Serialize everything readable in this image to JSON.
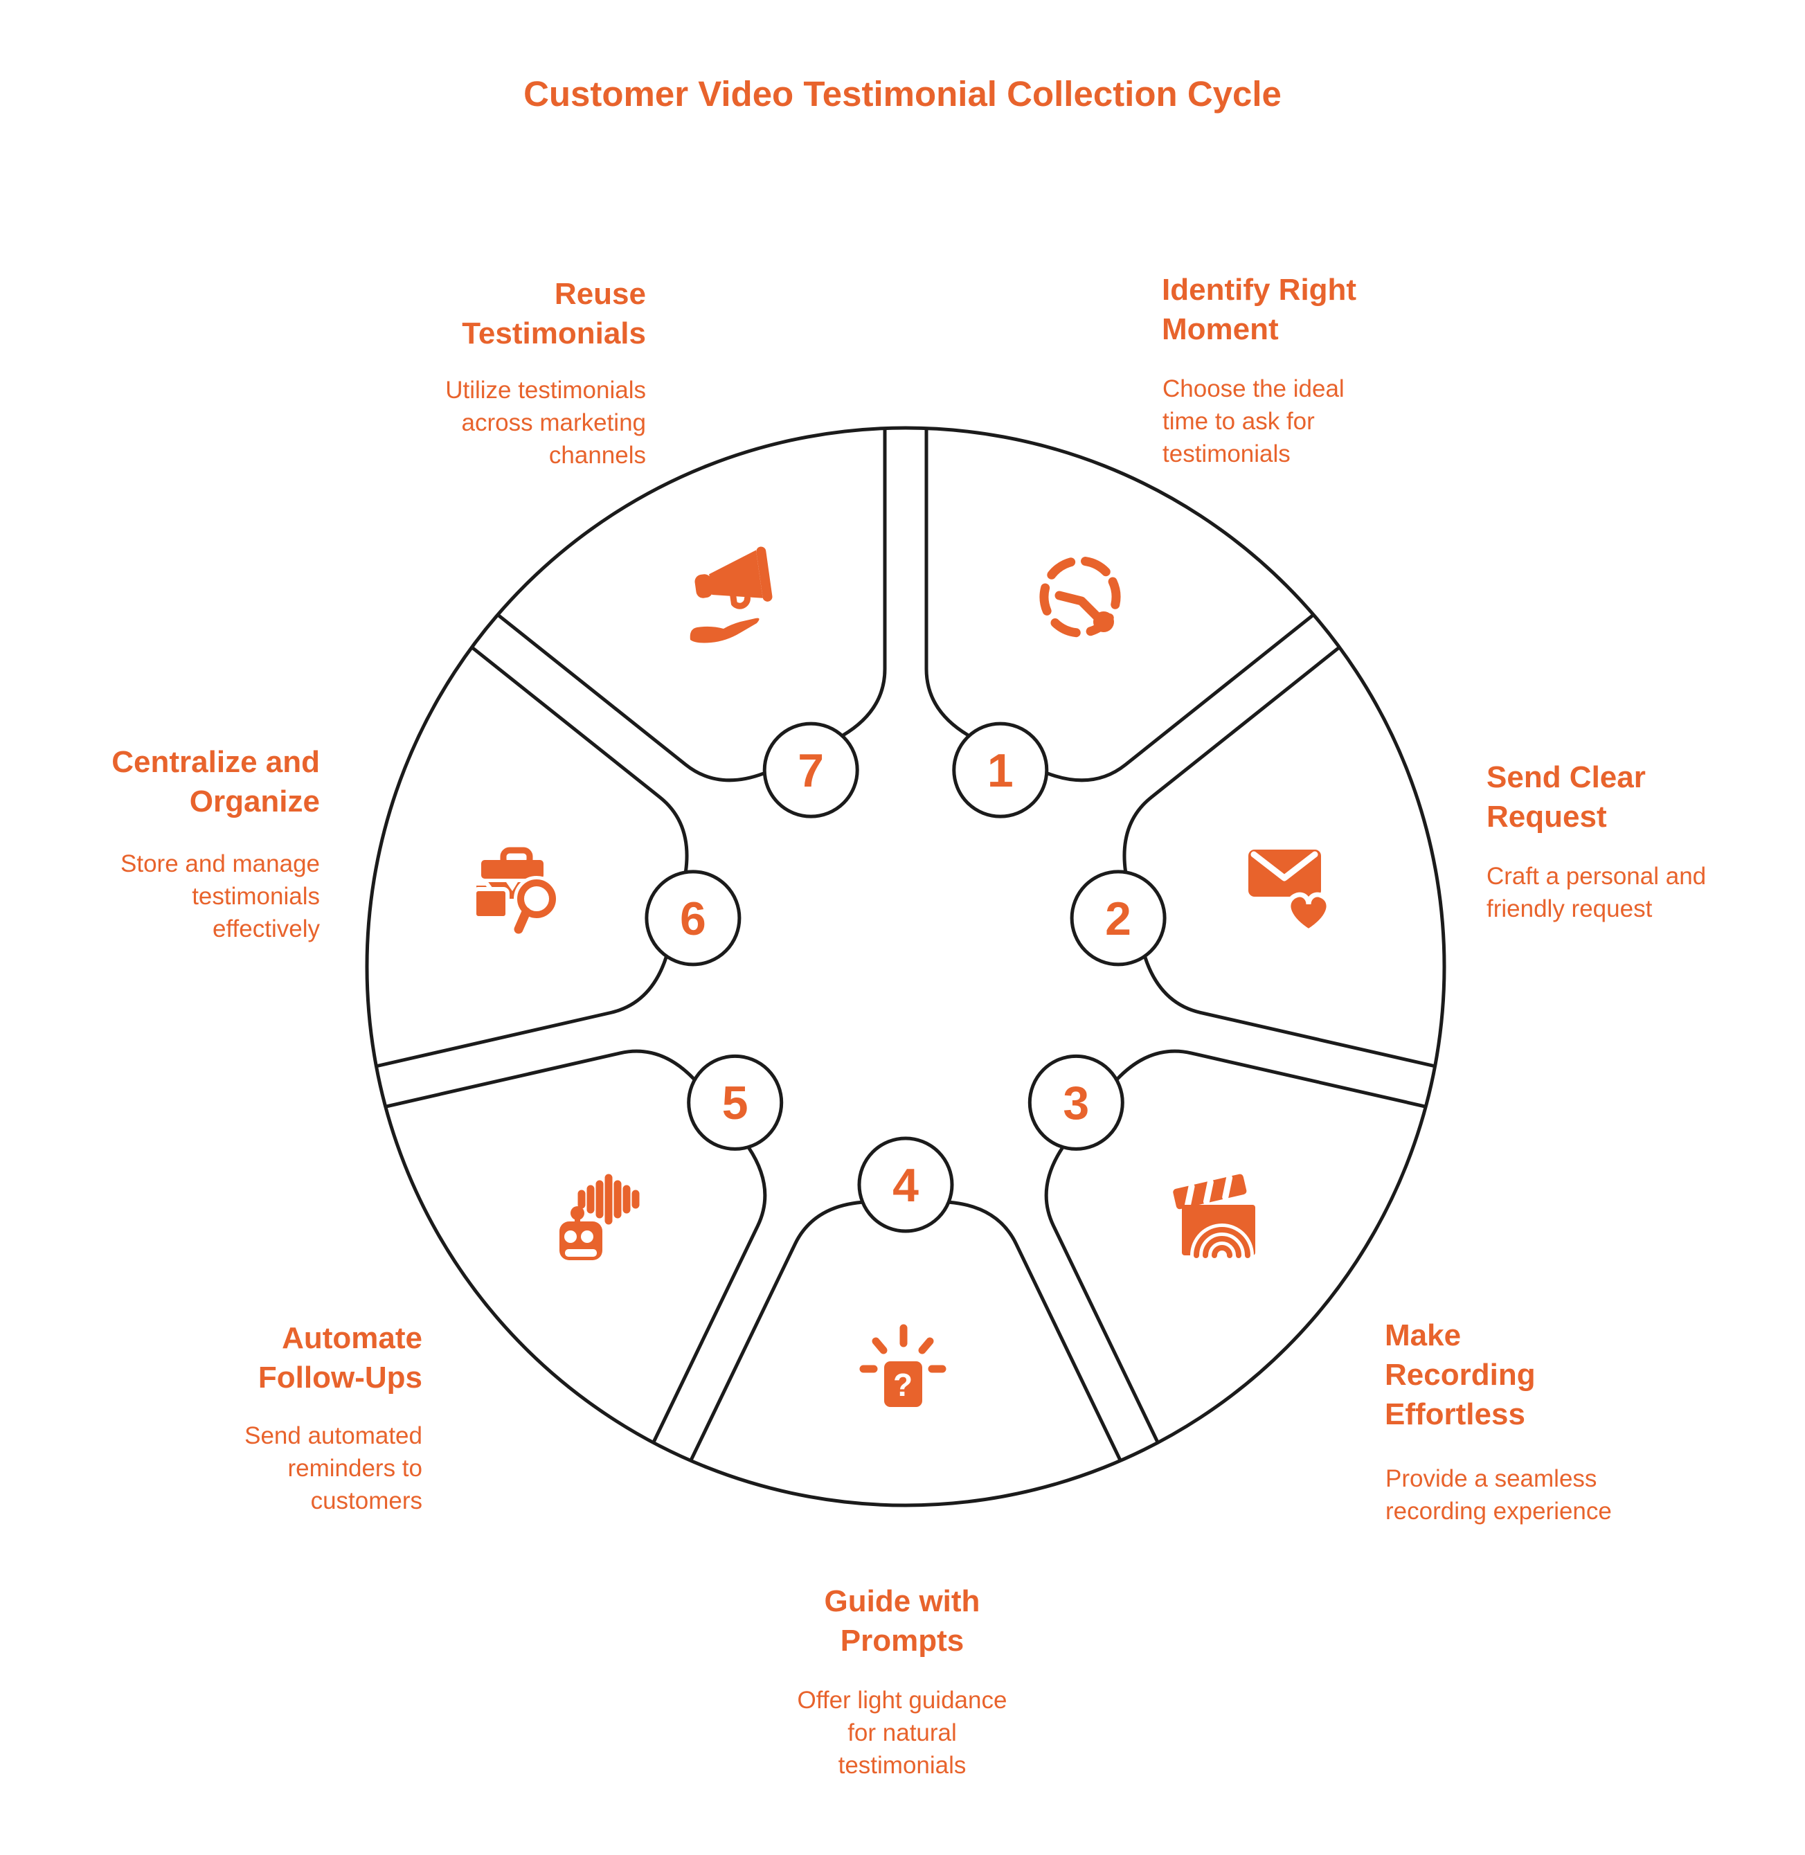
{
  "title": "Customer Video Testimonial Collection Cycle",
  "colors": {
    "accent": "#E8632C",
    "line": "#1B1B1B",
    "background": "#FFFFFF"
  },
  "steps": [
    {
      "number": "1",
      "icon": "dashed-clock-icon",
      "heading": [
        "Identify Right",
        "Moment"
      ],
      "description": [
        "Choose the ideal",
        "time to ask for",
        "testimonials"
      ]
    },
    {
      "number": "2",
      "icon": "envelope-heart-icon",
      "heading": [
        "Send Clear",
        "Request"
      ],
      "description": [
        "Craft a personal and",
        "friendly request"
      ]
    },
    {
      "number": "3",
      "icon": "clapperboard-icon",
      "heading": [
        "Make",
        "Recording",
        "Effortless"
      ],
      "description": [
        "Provide a seamless",
        "recording experience"
      ]
    },
    {
      "number": "4",
      "icon": "question-prompt-icon",
      "icon_glyph": "?",
      "heading": [
        "Guide with",
        "Prompts"
      ],
      "description": [
        "Offer light guidance",
        "for natural",
        "testimonials"
      ]
    },
    {
      "number": "5",
      "icon": "robot-voice-icon",
      "heading": [
        "Automate",
        "Follow-Ups"
      ],
      "description": [
        "Send automated",
        "reminders to",
        "customers"
      ]
    },
    {
      "number": "6",
      "icon": "briefcase-search-icon",
      "heading": [
        "Centralize and",
        "Organize"
      ],
      "description": [
        "Store and manage",
        "testimonials",
        "effectively"
      ]
    },
    {
      "number": "7",
      "icon": "megaphone-hand-icon",
      "heading": [
        "Reuse",
        "Testimonials"
      ],
      "description": [
        "Utilize testimonials",
        "across marketing",
        "channels"
      ]
    }
  ]
}
